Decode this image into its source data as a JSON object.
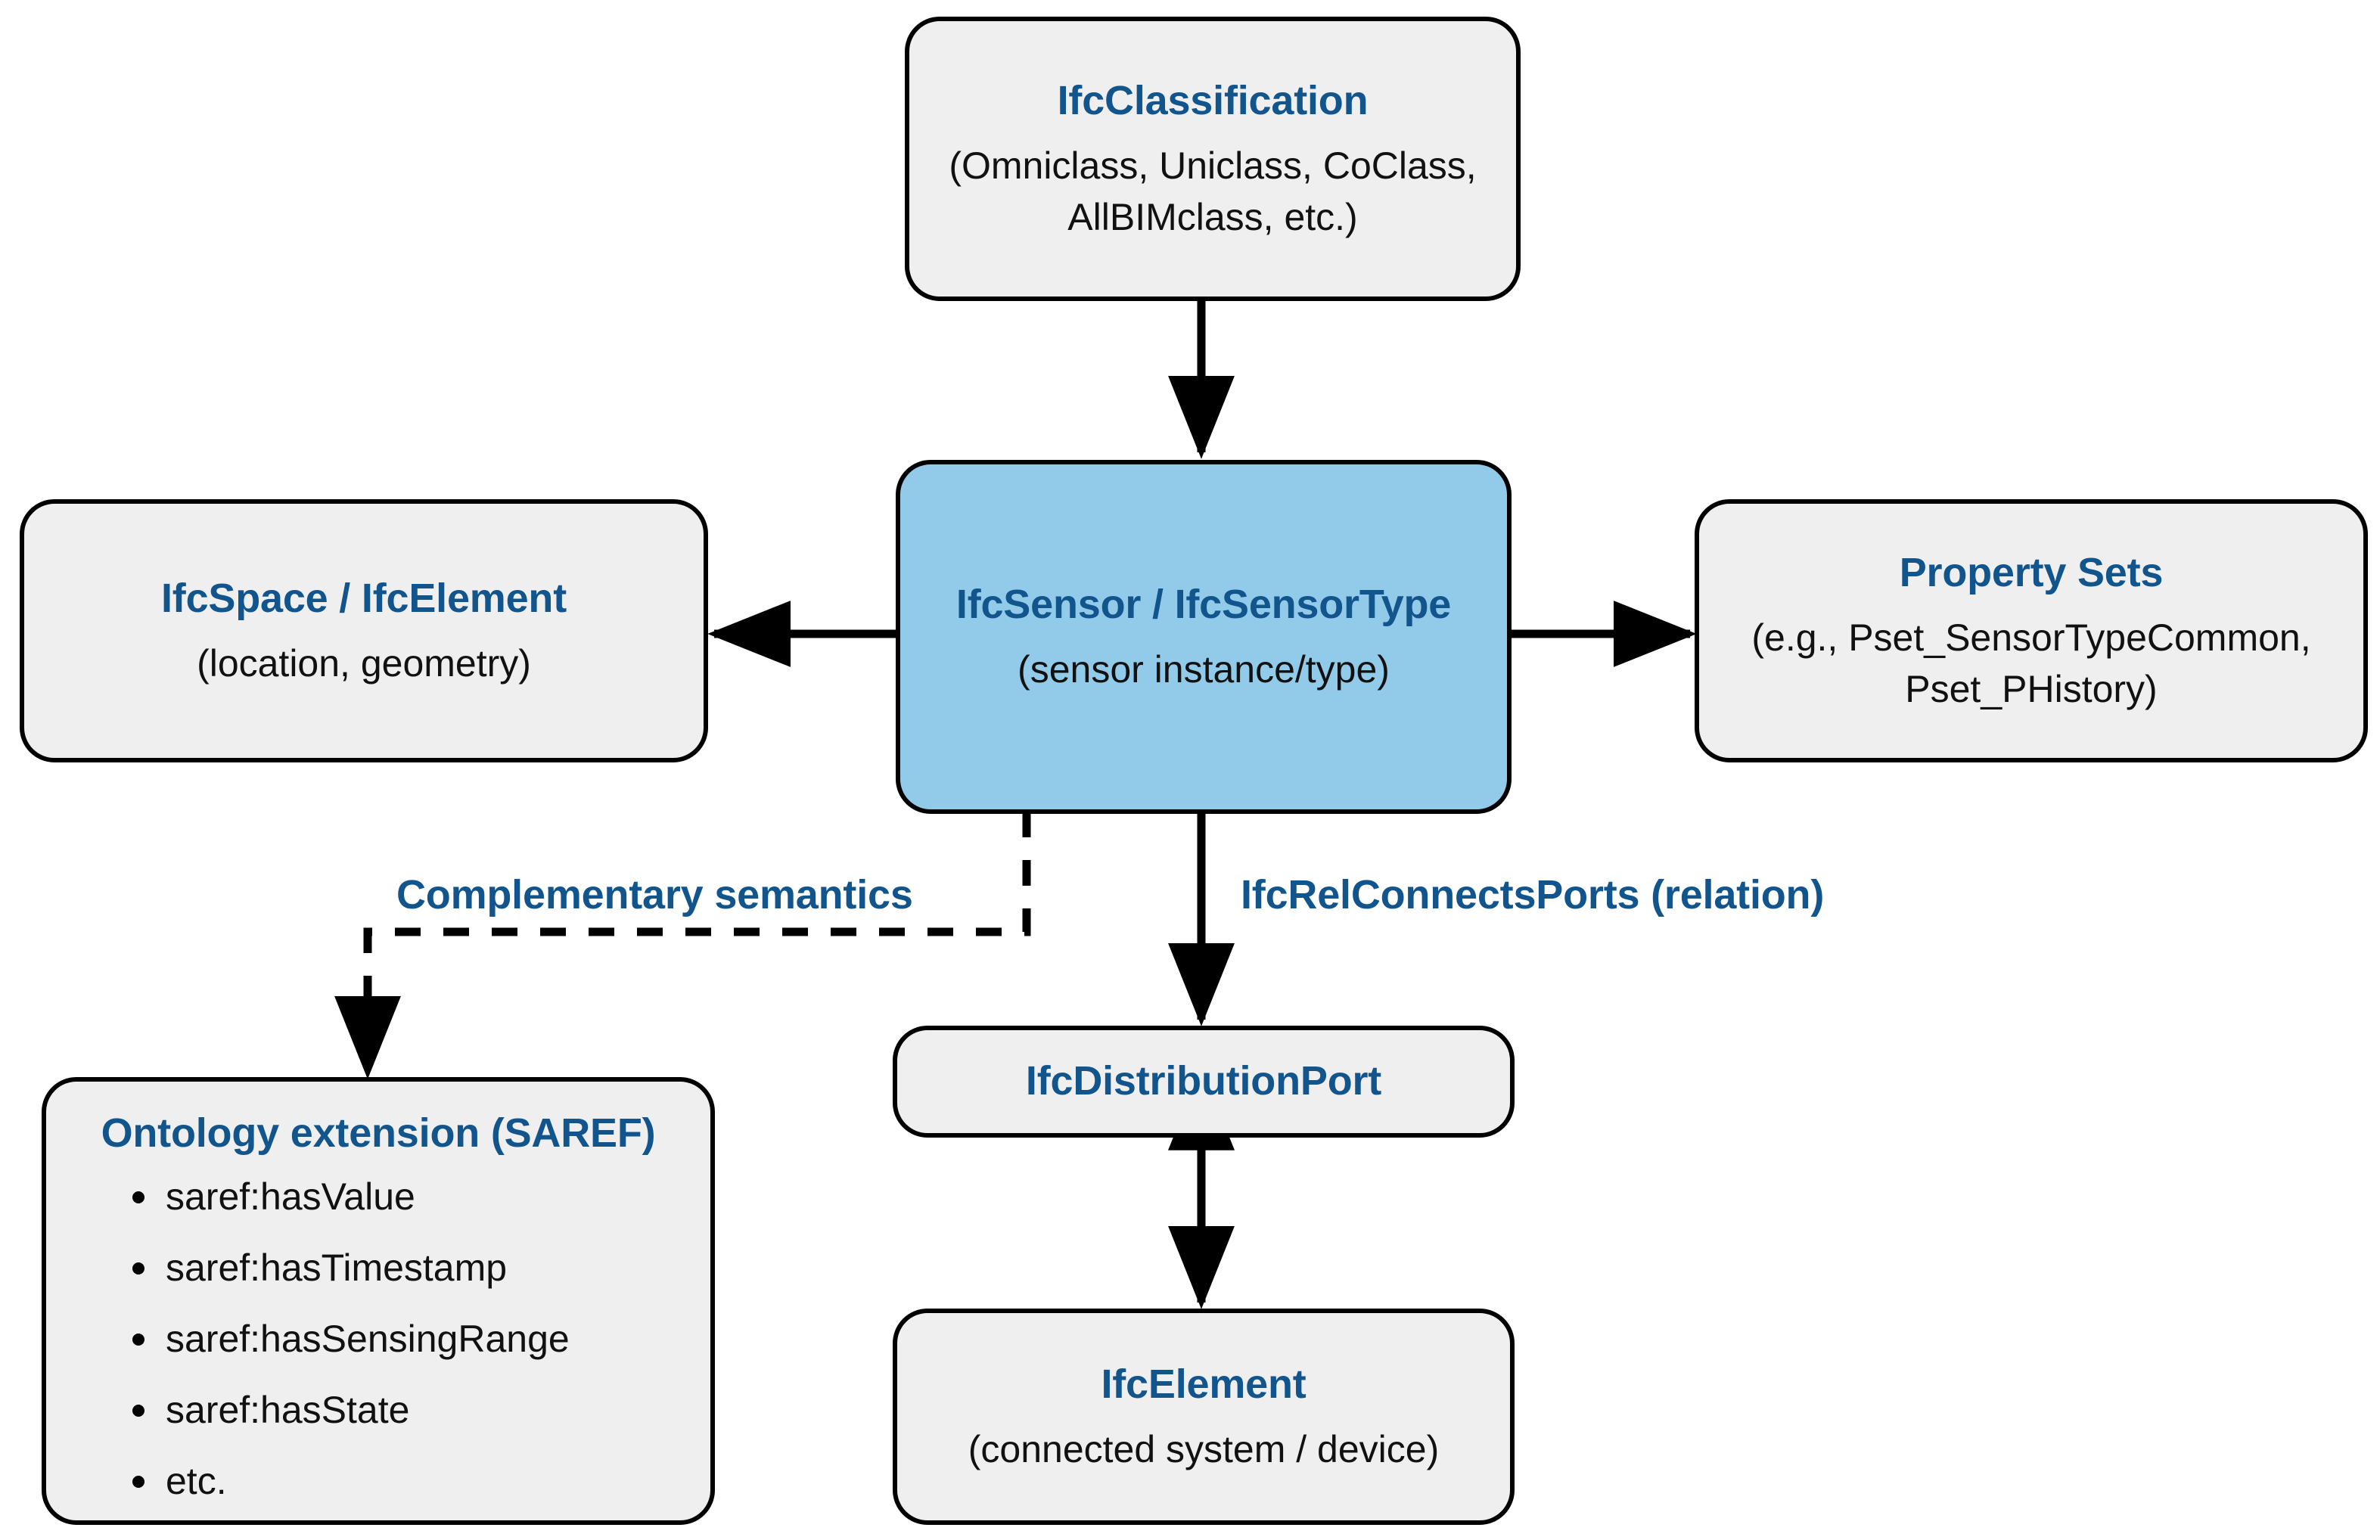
{
  "diagram": {
    "title_color": "#12558C",
    "accent_fill": "#92CBE9",
    "node_fill": "#EFEFEF",
    "stroke_color": "#000000"
  },
  "nodes": {
    "classification": {
      "title": "IfcClassification",
      "sub_line1": "(Omniclass, Uniclass, CoClass,",
      "sub_line2": "AllBIMclass, etc.)"
    },
    "sensor": {
      "title": "IfcSensor / IfcSensorType",
      "sub_line1": "(sensor instance/type)"
    },
    "space_element": {
      "title": "IfcSpace / IfcElement",
      "sub_line1": "(location, geometry)"
    },
    "property_sets": {
      "title": "Property Sets",
      "sub_line1": "(e.g., Pset_SensorTypeCommon,",
      "sub_line2": "Pset_PHistory)"
    },
    "saref": {
      "title": "Ontology extension (SAREF)",
      "items": [
        "saref:hasValue",
        "saref:hasTimestamp",
        "saref:hasSensingRange",
        "saref:hasState",
        "etc."
      ]
    },
    "distribution_port": {
      "title": "IfcDistributionPort"
    },
    "element": {
      "title": "IfcElement",
      "sub_line1": "(connected system / device)"
    }
  },
  "edges": {
    "complementary_semantics_label": "Complementary semantics",
    "rel_connects_ports_label": "IfcRelConnectsPorts (relation)"
  }
}
